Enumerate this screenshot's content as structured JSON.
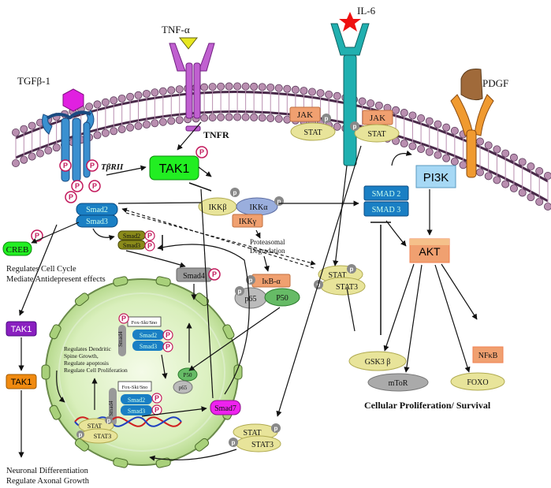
{
  "ligands": {
    "tgfb": "TGFβ-1",
    "tnf": "TNF-α",
    "il6": "IL-6",
    "pdgf": "PDGF"
  },
  "receptors": {
    "tgfbr": "TβRII",
    "tnfr": "TNFR"
  },
  "nodes": {
    "tak1_main": "TAK1",
    "smad2": "Smad2",
    "smad3": "Smad3",
    "creb": "CREB",
    "jak": "JAK",
    "stat": "STAT",
    "ikkb": "IKKβ",
    "ikka": "IKKα",
    "ikkg": "IKKγ",
    "proteasomal": "Proteasomal",
    "degradation": "Degradation",
    "ikba": "IκB-α",
    "p65": "p65",
    "p50": "P50",
    "stat3": "STAT3",
    "SMAD2": "SMAD 2",
    "SMAD3": "SMAD 3",
    "pi3k": "PI3K",
    "akt": "AKT",
    "smad4": "Smad4",
    "smad7": "Smad7",
    "gsk3b": "GSK3 β",
    "mtor": "mToR",
    "foxo": "FOXO",
    "nfkb": "NFκB",
    "tak1_purple": "TAK1",
    "tak1_orange": "TAK1",
    "fox": "Fox-Ski/Sno",
    "p": "p",
    "P": "P"
  },
  "texts": {
    "regulates_cell_cycle": "Regulates Cell Cycle",
    "antidepressant": "Mediate Antidepresent effects",
    "nuclear1": "Regulates Dendritic",
    "nuclear2": "Spine Growth,",
    "nuclear3": "Regulate apoptosis",
    "nuclear4": "Regulate Cell Proliferation",
    "neuronal": "Neuronal Differentiation",
    "axonal": "Regulate Axonal Growth",
    "cellular": "Cellular Proliferation/ Survival"
  },
  "colors": {
    "tak1_green": "#22ee22",
    "smad_blue": "#1a7fc4",
    "stat_yellow": "#e8e49a",
    "salmon": "#f0a070",
    "pi3k_blue": "#a6d8f5",
    "smad7_magenta": "#ee22ee",
    "olive": "#8a8a1a",
    "phospho_red": "#c2185b",
    "nucleus_green": "#c8e6a0",
    "tak1_purple": "#8a1fc0",
    "tak1_orange": "#f08a10"
  }
}
